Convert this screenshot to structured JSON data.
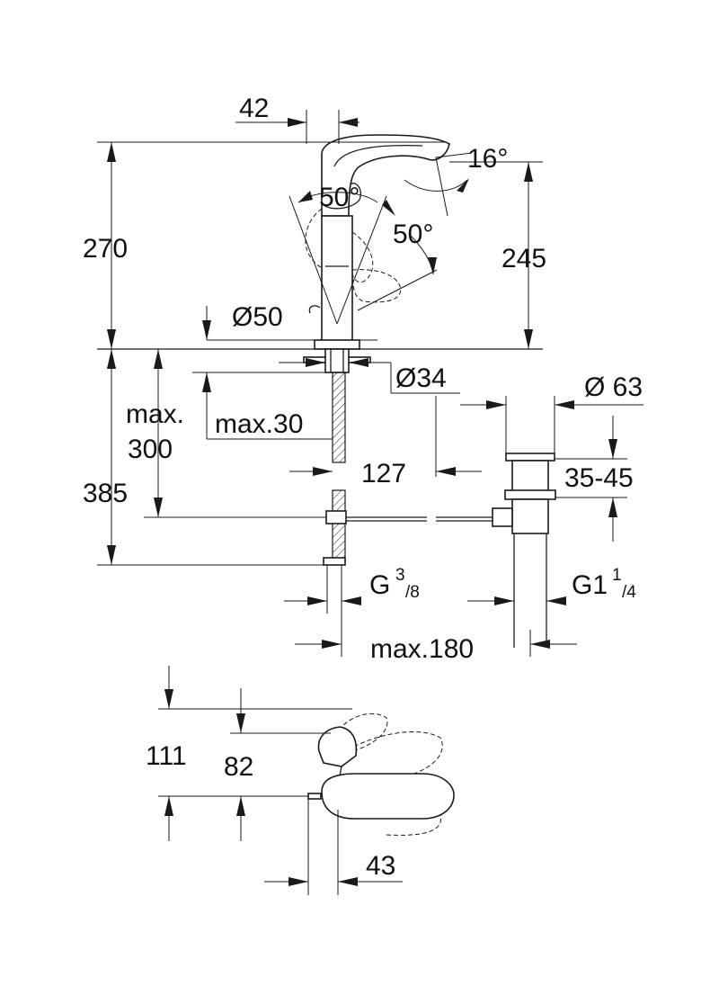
{
  "dimensions": {
    "d42": "42",
    "d16deg": "16°",
    "d50deg_left": "50°",
    "d50deg_right": "50°",
    "d270": "270",
    "d245": "245",
    "d50dia": "Ø50",
    "d34dia": "Ø34",
    "d63dia": "Ø 63",
    "dmax": "max.",
    "d300": "300",
    "dmax30": "max.30",
    "d127": "127",
    "d35_45": "35-45",
    "d385": "385",
    "g38_main": "G",
    "g38_num": "3",
    "g38_den": "/8",
    "g114_main": "G1",
    "g114_num": "1",
    "g114_den": "/4",
    "dmax180": "max.180",
    "d111": "111",
    "d82": "82",
    "d43": "43"
  }
}
